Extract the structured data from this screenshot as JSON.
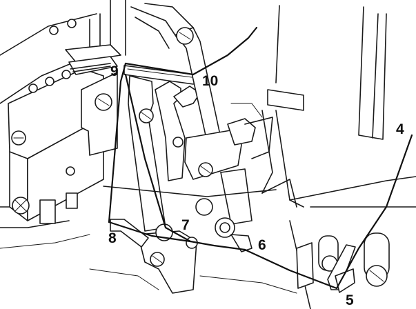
{
  "labels": {
    "l4": "4",
    "l5": "5",
    "l6": "6",
    "l7": "7",
    "l8": "8",
    "l9": "9",
    "l10": "10"
  },
  "colors": {
    "ink": "#1a1a1a",
    "paper": "#ffffff"
  }
}
